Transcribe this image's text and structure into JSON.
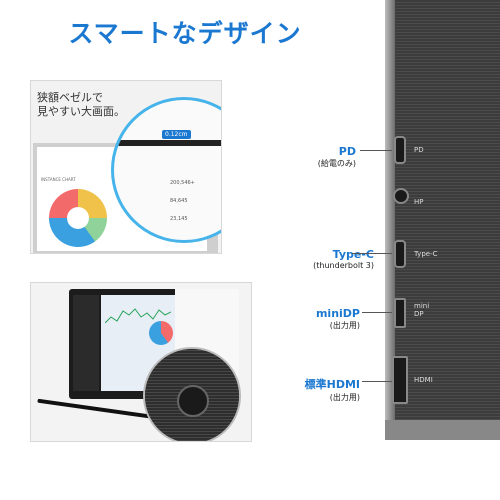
{
  "title": "スマートなデザイン",
  "top_panel": {
    "caption_line1": "狭額ベゼルで",
    "caption_line2": "見やすい大画面。",
    "bezel_measure": "0.12cm",
    "dashboard_label": "INSTANCE CHART",
    "numbers": [
      "200,546+",
      "84,645",
      "23,145"
    ]
  },
  "ports": [
    {
      "name": "PD",
      "note": "(給電のみ)",
      "device_label": "PD"
    },
    {
      "name": "",
      "note": "",
      "device_label": "HP"
    },
    {
      "name": "Type-C",
      "note": "(thunderbolt 3)",
      "device_label": "Type-C"
    },
    {
      "name": "miniDP",
      "note": "(出力用)",
      "device_label": "mini DP"
    },
    {
      "name": "標準HDMI",
      "note": "(出力用)",
      "device_label": "HDMI"
    }
  ]
}
